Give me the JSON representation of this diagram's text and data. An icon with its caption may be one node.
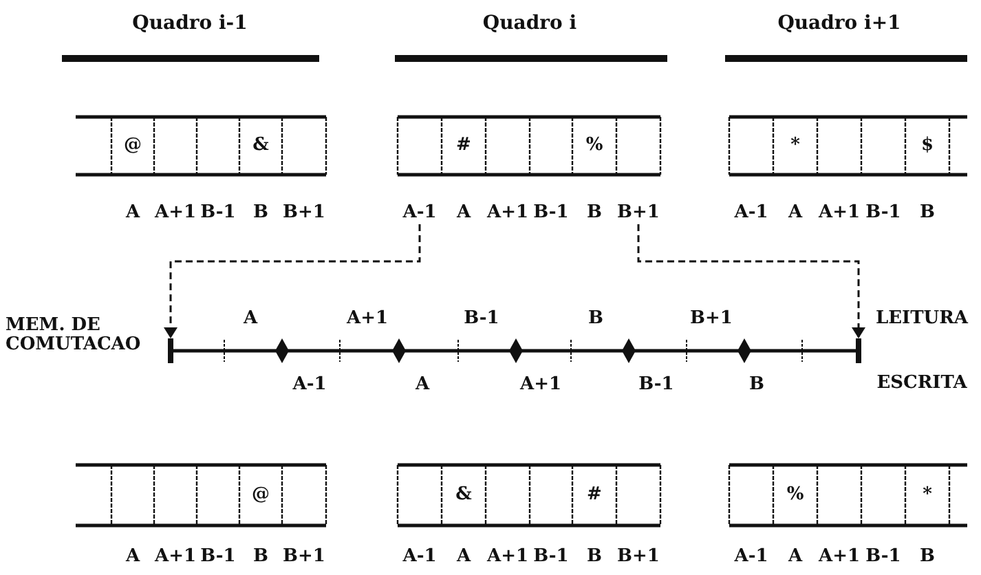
{
  "diagram": {
    "nodes": [
      {
        "text": [
          "A-1"
        ]
      },
      {
        "text": [
          "B+1"
        ]
      },
      {
        "text": [],
        "shape": "bar"
      },
      {
        "text": [],
        "shape": "bar"
      }
    ],
    "edges": [
      {
        "from": 0,
        "to": 2,
        "arrow": "to",
        "style": "dashed"
      },
      {
        "from": 1,
        "to": 3,
        "arrow": "to",
        "style": "dashed"
      }
    ],
    "labels": [
      "Quadro i-1",
      "Quadro i",
      "Quadro i+1",
      "@",
      "&",
      "#",
      "%",
      "*",
      "$",
      "A",
      "A+1",
      "B-1",
      "B",
      "B+1",
      "A",
      "A+1",
      "B-1",
      "B",
      "A-1",
      "A",
      "A+1",
      "B-1",
      "B",
      "MEM. DE COMUTACAO",
      "A",
      "A+1",
      "B-1",
      "B",
      "B+1",
      "LEITURA",
      "A-1",
      "A",
      "A+1",
      "B-1",
      "B",
      "ESCRITA",
      "@",
      "&",
      "#",
      "%",
      "*",
      "A",
      "A+1",
      "B-1",
      "B",
      "B+1",
      "A-1",
      "A",
      "A+1",
      "B-1",
      "B",
      "B+1",
      "A-1",
      "A",
      "A+1",
      "B-1",
      "B"
    ]
  }
}
